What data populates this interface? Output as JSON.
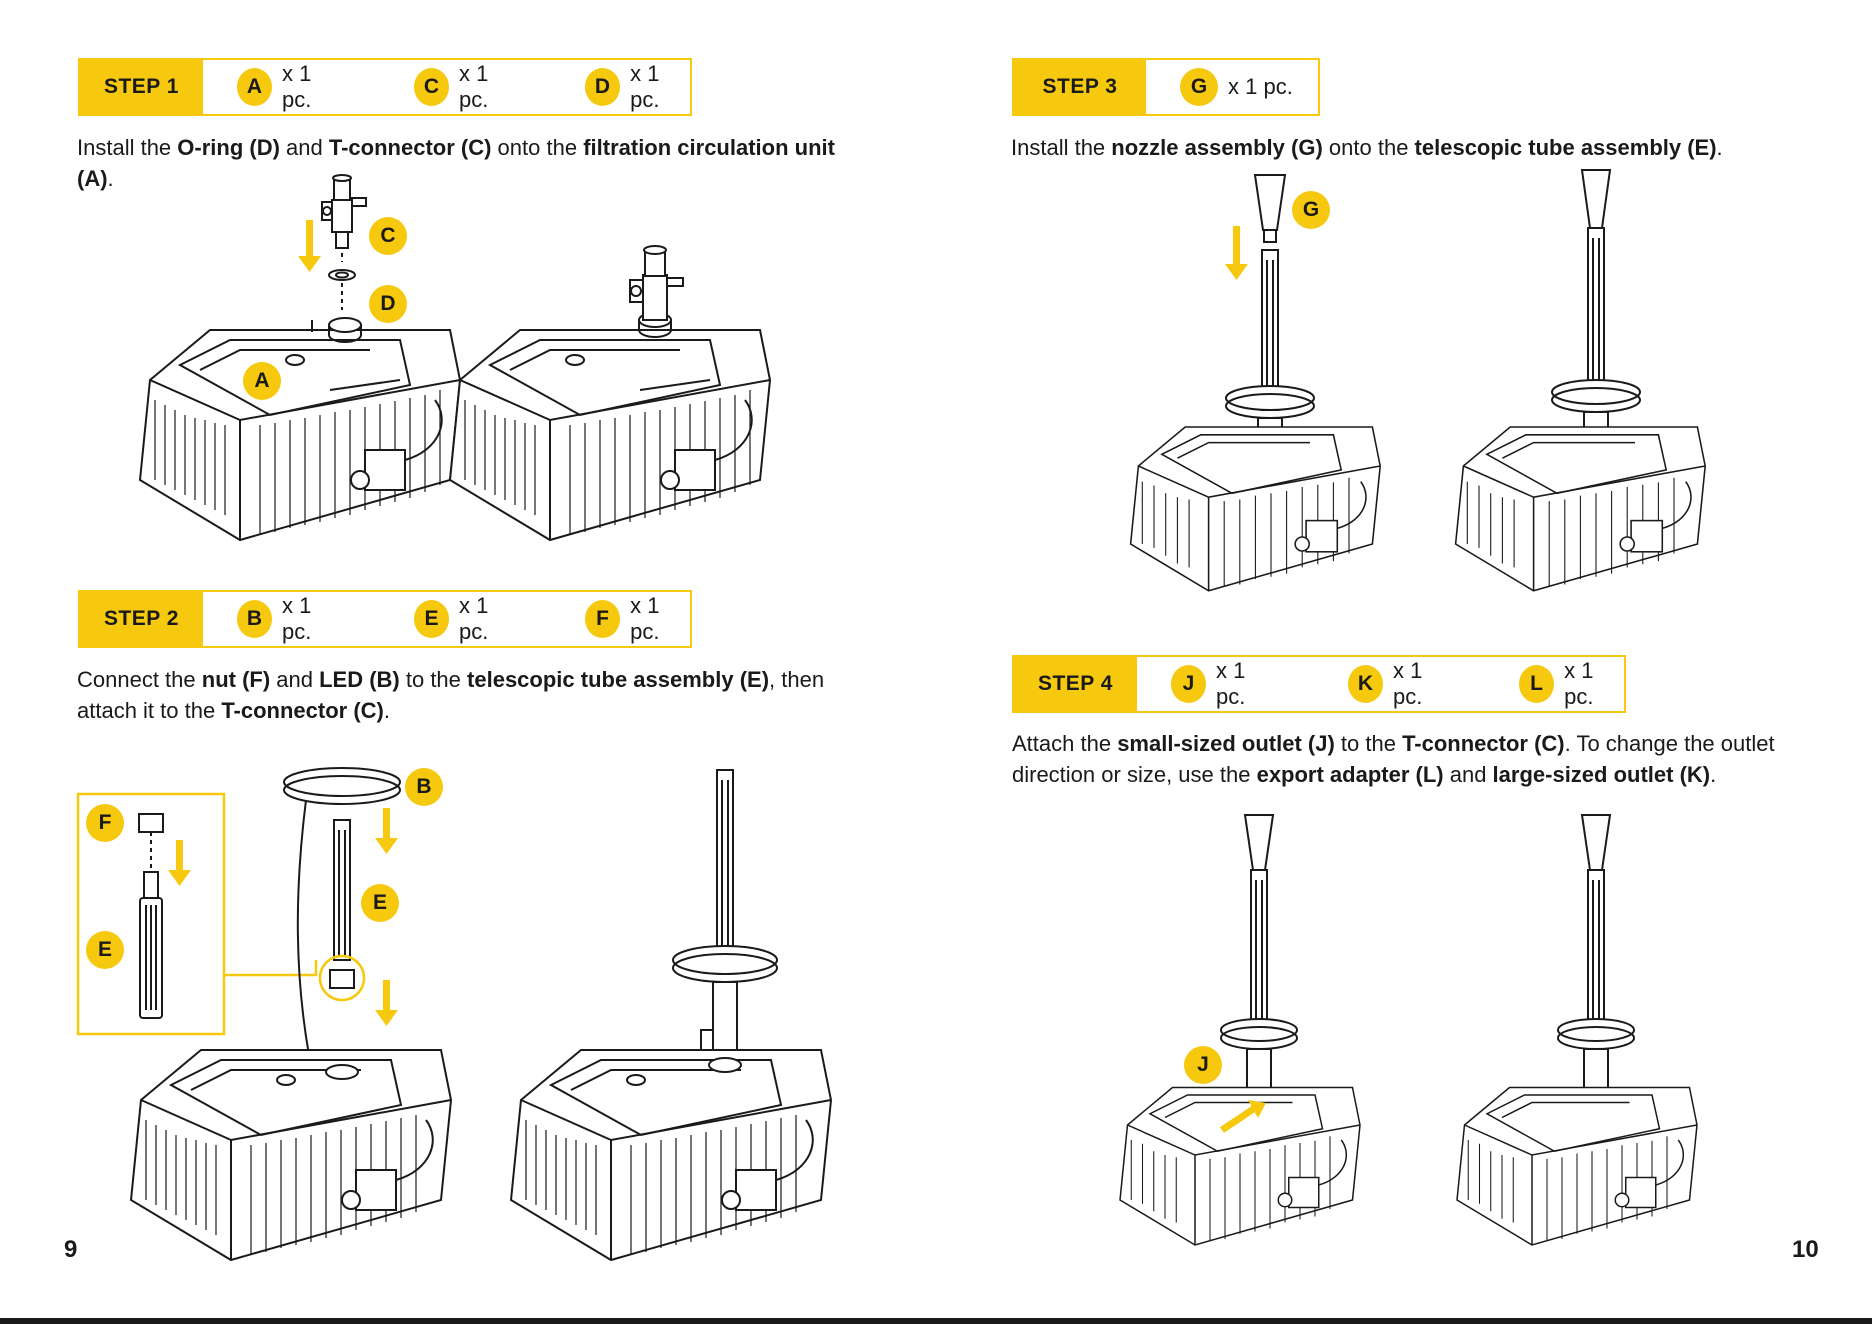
{
  "left_page": {
    "page_number": "9",
    "step1": {
      "label": "STEP 1",
      "parts": [
        {
          "letter": "A",
          "qty": "x 1 pc."
        },
        {
          "letter": "C",
          "qty": "x 1 pc."
        },
        {
          "letter": "D",
          "qty": "x 1 pc."
        }
      ],
      "instruction": [
        {
          "t": "Install the ",
          "b": false
        },
        {
          "t": "O-ring (D)",
          "b": true
        },
        {
          "t": " and ",
          "b": false
        },
        {
          "t": "T-connector (C)",
          "b": true
        },
        {
          "t": " onto the ",
          "b": false
        },
        {
          "t": "filtration circulation unit (A)",
          "b": true
        },
        {
          "t": ".",
          "b": false
        }
      ],
      "callouts": [
        "C",
        "D",
        "A"
      ]
    },
    "step2": {
      "label": "STEP 2",
      "parts": [
        {
          "letter": "B",
          "qty": "x 1 pc."
        },
        {
          "letter": "E",
          "qty": "x 1 pc."
        },
        {
          "letter": "F",
          "qty": "x 1 pc."
        }
      ],
      "instruction": [
        {
          "t": "Connect the ",
          "b": false
        },
        {
          "t": "nut (F)",
          "b": true
        },
        {
          "t": " and ",
          "b": false
        },
        {
          "t": "LED (B)",
          "b": true
        },
        {
          "t": " to the ",
          "b": false
        },
        {
          "t": "telescopic tube assembly (E)",
          "b": true
        },
        {
          "t": ", then attach it to the ",
          "b": false
        },
        {
          "t": "T-connector (C)",
          "b": true
        },
        {
          "t": ".",
          "b": false
        }
      ],
      "callouts": [
        "F",
        "E",
        "B",
        "E"
      ]
    }
  },
  "right_page": {
    "page_number": "10",
    "step3": {
      "label": "STEP 3",
      "parts": [
        {
          "letter": "G",
          "qty": "x 1 pc."
        }
      ],
      "instruction": [
        {
          "t": "Install the ",
          "b": false
        },
        {
          "t": "nozzle assembly (G)",
          "b": true
        },
        {
          "t": " onto the ",
          "b": false
        },
        {
          "t": "telescopic tube assembly (E)",
          "b": true
        },
        {
          "t": ".",
          "b": false
        }
      ],
      "callouts": [
        "G"
      ]
    },
    "step4": {
      "label": "STEP 4",
      "parts": [
        {
          "letter": "J",
          "qty": "x 1 pc."
        },
        {
          "letter": "K",
          "qty": "x 1 pc."
        },
        {
          "letter": "L",
          "qty": "x 1 pc."
        }
      ],
      "instruction": [
        {
          "t": "Attach the ",
          "b": false
        },
        {
          "t": "small-sized outlet (J)",
          "b": true
        },
        {
          "t": " to the ",
          "b": false
        },
        {
          "t": "T-connector (C)",
          "b": true
        },
        {
          "t": ". To change the outlet direction or size, use the ",
          "b": false
        },
        {
          "t": "export adapter (L)",
          "b": true
        },
        {
          "t": " and ",
          "b": false
        },
        {
          "t": "large-sized outlet (K)",
          "b": true
        },
        {
          "t": ".",
          "b": false
        }
      ],
      "callouts": [
        "J"
      ]
    }
  },
  "colors": {
    "accent": "#f6c90e",
    "ink": "#1a1a1a"
  }
}
